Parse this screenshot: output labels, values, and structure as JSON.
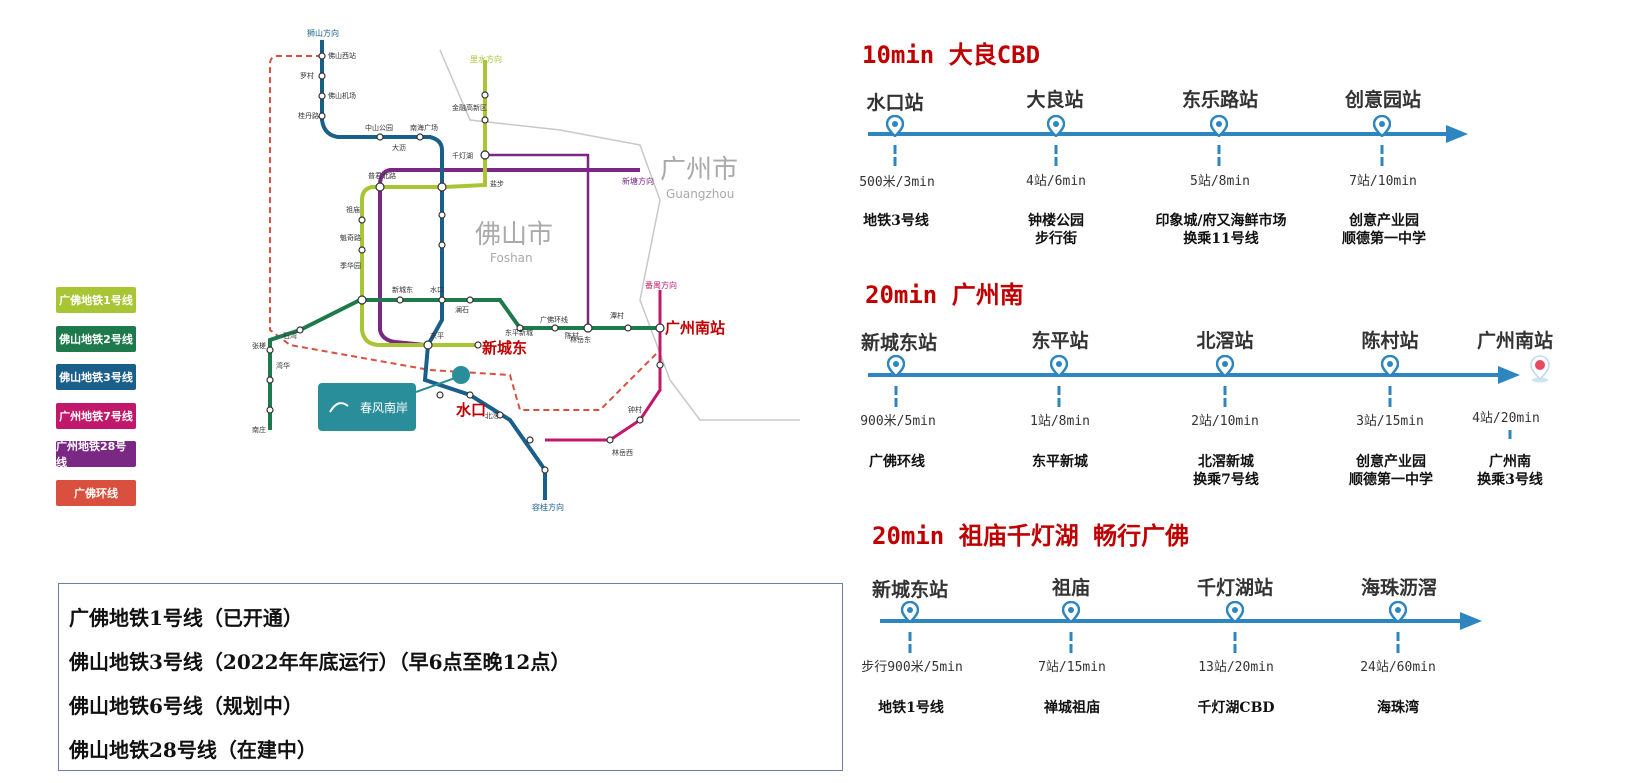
{
  "map": {
    "city_gz": "广州市",
    "city_gz_en": "Guangzhou",
    "city_fs": "佛山市",
    "city_fs_en": "Foshan",
    "station_xinchengdong": "新城东",
    "station_gznan": "广州南站",
    "station_shuikou": "水口",
    "dir_shishan": "狮山方向",
    "dir_guangzhou_line": "新塘方向",
    "dir_lishui": "里水方向",
    "dir_panyu": "番禺方向",
    "dir_ronggui": "容桂方向",
    "project_name": "春风南岸",
    "small_stations": [
      "佛山西站",
      "罗村",
      "佛山机场",
      "桂丹路",
      "中山公园",
      "南海广场",
      "大沥",
      "金融高新区",
      "千灯湖",
      "盐步",
      "普君北路",
      "祖庙",
      "魁奇路",
      "季华园",
      "东平",
      "新城东",
      "水口",
      "澜石",
      "北滘",
      "陈村",
      "石湾",
      "湾华",
      "张槎",
      "南庄",
      "东平新城",
      "广佛环线",
      "潭村",
      "林岳东",
      "林岳西",
      "钟村"
    ]
  },
  "legend": [
    {
      "label": "广佛地铁1号线",
      "color": "#a8c534"
    },
    {
      "label": "佛山地铁2号线",
      "color": "#1e7a4c"
    },
    {
      "label": "佛山地铁3号线",
      "color": "#1a5e8a"
    },
    {
      "label": "广州地铁7号线",
      "color": "#c2186b"
    },
    {
      "label": "广州地铁28号线",
      "color": "#7b2884"
    },
    {
      "label": "广佛环线",
      "color": "#d9503f"
    }
  ],
  "notes": [
    "广佛地铁1号线（已开通）",
    "佛山地铁3号线（2022年年底运行）（早6点至晚12点）",
    "佛山地铁6号线（规划中）",
    "佛山地铁28号线（在建中）"
  ],
  "routes": [
    {
      "title": "10min 大良CBD",
      "stops": [
        {
          "name": "水口站",
          "time": "500米/3min",
          "note": [
            "地铁3号线"
          ]
        },
        {
          "name": "大良站",
          "time": "4站/6min",
          "note": [
            "钟楼公园",
            "步行街"
          ]
        },
        {
          "name": "东乐路站",
          "time": "5站/8min",
          "note": [
            "印象城/府又海鲜市场",
            "换乘11号线"
          ]
        },
        {
          "name": "创意园站",
          "time": "7站/10min",
          "note": [
            "创意产业园",
            "顺德第一中学"
          ]
        }
      ]
    },
    {
      "title": "20min 广州南",
      "stops": [
        {
          "name": "新城东站",
          "time": "900米/5min",
          "note": [
            "广佛环线"
          ]
        },
        {
          "name": "东平站",
          "time": "1站/8min",
          "note": [
            "东平新城"
          ]
        },
        {
          "name": "北滘站",
          "time": "2站/10min",
          "note": [
            "北滘新城",
            "换乘7号线"
          ]
        },
        {
          "name": "陈村站",
          "time": "3站/15min",
          "note": [
            "创意产业园",
            "顺德第一中学"
          ]
        },
        {
          "name": "广州南站",
          "time": "4站/20min",
          "note": [
            "广州南",
            "换乘3号线"
          ]
        }
      ]
    },
    {
      "title": "20min 祖庙千灯湖 畅行广佛",
      "stops": [
        {
          "name": "新城东站",
          "time": "步行900米/5min",
          "note": [
            "地铁1号线"
          ]
        },
        {
          "name": "祖庙",
          "time": "7站/15min",
          "note": [
            "禅城祖庙"
          ]
        },
        {
          "name": "千灯湖站",
          "time": "13站/20min",
          "note": [
            "千灯湖CBD"
          ]
        },
        {
          "name": "海珠沥滘",
          "time": "24站/60min",
          "note": [
            "海珠湾"
          ]
        }
      ]
    }
  ]
}
